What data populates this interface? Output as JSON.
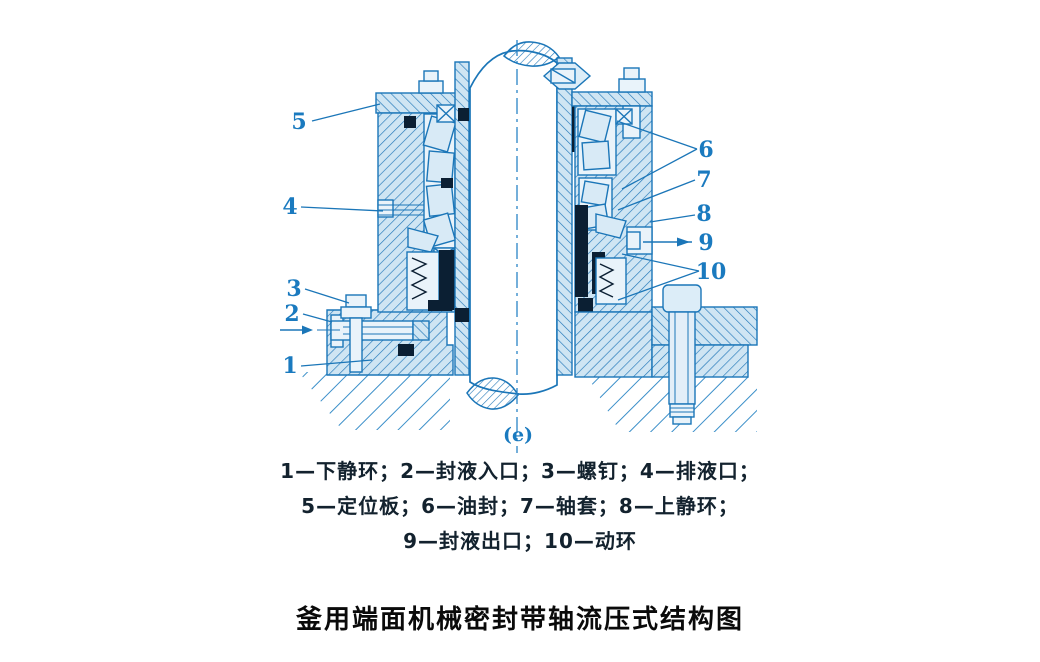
{
  "diagram": {
    "subfigure_label": "(e)",
    "callout_numbers": [
      "1",
      "2",
      "3",
      "4",
      "5",
      "6",
      "7",
      "8",
      "9",
      "10"
    ],
    "flow_arrow_inlet": "seal-liquid-inlet-arrow",
    "flow_arrow_outlet": "seal-liquid-outlet-arrow"
  },
  "legend": {
    "lines": [
      "1—下静环；2—封液入口；3—螺钉；4—排液口；",
      "5—定位板；6—油封；7—轴套；8—上静环；",
      "9—封液出口；10—动环"
    ]
  },
  "caption": {
    "title": "釜用端面机械密封带轴流压式结构图"
  },
  "colors": {
    "ink": "#1b76b8",
    "hatch": "#2f86c3",
    "fill_light": "#cfe5f3",
    "fill_pale": "#e9f3fa",
    "dark_seal": "#0b1f33",
    "callout_text": "#1a7abf",
    "legend_text": "#13222e",
    "title_text": "#0a0a0a",
    "background": "#ffffff"
  }
}
